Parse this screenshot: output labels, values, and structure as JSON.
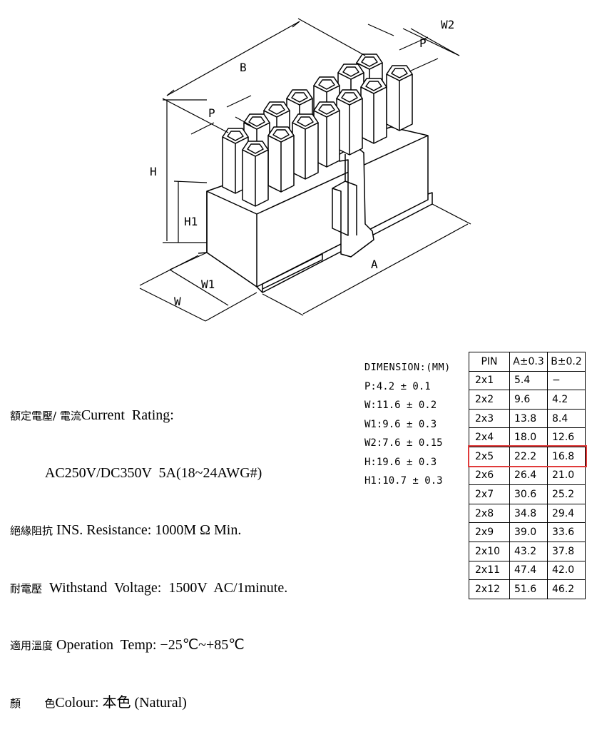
{
  "drawing": {
    "dim_labels": {
      "A": "A",
      "B": "B",
      "H": "H",
      "H1": "H1",
      "W": "W",
      "W1": "W1",
      "W2": "W2",
      "P_top": "P",
      "P_side": "P"
    }
  },
  "specs": [
    {
      "cjk": "額定電壓/ 電流",
      "text": "Current  Rating:"
    },
    {
      "cjk": "",
      "text": "          AC250V/DC350V  5A(18~24AWG#)"
    },
    {
      "cjk": "絕緣阻抗",
      "text": " INS. Resistance: 1000M Ω Min."
    },
    {
      "cjk": "耐電壓",
      "text": "  Withstand  Voltage:  1500V  AC/1minute."
    },
    {
      "cjk": "適用溫度",
      "text": " Operation  Temp: −25℃~+85℃"
    },
    {
      "cjk": "顏       色",
      "text": "Colour: 本色 (Natural)"
    }
  ],
  "dimensions": {
    "heading": "DIMENSION:(MM)",
    "items": [
      "P:4.2 ± 0.1",
      "W:11.6 ± 0.2",
      "W1:9.6 ± 0.3",
      "W2:7.6 ± 0.15",
      "H:19.6 ± 0.3",
      "H1:10.7 ± 0.3"
    ]
  },
  "pin_table": {
    "headers": [
      "PIN",
      "A±0.3",
      "B±0.2"
    ],
    "rows": [
      [
        "2x1",
        "5.4",
        "−"
      ],
      [
        "2x2",
        "9.6",
        "4.2"
      ],
      [
        "2x3",
        "13.8",
        "8.4"
      ],
      [
        "2x4",
        "18.0",
        "12.6"
      ],
      [
        "2x5",
        "22.2",
        "16.8"
      ],
      [
        "2x6",
        "26.4",
        "21.0"
      ],
      [
        "2x7",
        "30.6",
        "25.2"
      ],
      [
        "2x8",
        "34.8",
        "29.4"
      ],
      [
        "2x9",
        "39.0",
        "33.6"
      ],
      [
        "2x10",
        "43.2",
        "37.8"
      ],
      [
        "2x11",
        "47.4",
        "42.0"
      ],
      [
        "2x12",
        "51.6",
        "46.2"
      ]
    ],
    "highlight_row": 4,
    "highlight_color": "#e03a3a"
  }
}
